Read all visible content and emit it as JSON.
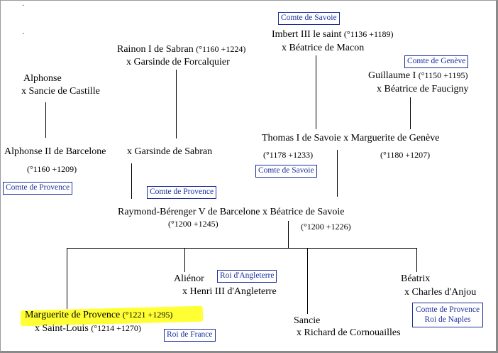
{
  "people": {
    "rainon": {
      "name": "Rainon I de Sabran",
      "dates": "(°1160 +1224)",
      "spouse": "x Garsinde de Forcalquier"
    },
    "imbert": {
      "name": "Imbert III le saint",
      "dates": "(°1136 +1189)",
      "spouse": "x Béatrice de Macon"
    },
    "guillaume": {
      "name": "Guillaume I",
      "dates": "(°1150 +1195)",
      "spouse": "x Béatrice de Faucigny"
    },
    "alphonse": {
      "name": "Alphonse",
      "spouse": "x Sancie de Castille"
    },
    "alphonse2": {
      "name": "Alphonse II  de Barcelone",
      "spouse": "x Garsinde de Sabran",
      "dates": "(°1160 +1209)"
    },
    "thomas": {
      "name": "Thomas I de Savoie x Marguerite de Genève",
      "dates": "(°1178 +1233)",
      "spouse_dates": "(°1180 +1207)"
    },
    "raymond": {
      "name": "Raymond-Bérenger V de Barcelone x Béatrice de Savoie",
      "dates": "(°1200 +1245)",
      "spouse_dates": "(°1200 +1226)"
    },
    "alienor": {
      "name": "Aliénor",
      "spouse": "x Henri III d'Angleterre"
    },
    "beatrix": {
      "name": "Béatrix",
      "spouse": "x Charles d'Anjou"
    },
    "marguerite": {
      "name": "Marguerite de Provence",
      "dates": "(°1221 +1295)",
      "spouse": "x Saint-Louis",
      "spouse_dates": "(°1214 +1270)"
    },
    "sancie": {
      "name": "Sancie",
      "spouse": "x Richard de Cornouailles"
    }
  },
  "titles": {
    "savoie_top": "Comte de Savoie",
    "geneve": "Comte de Genève",
    "provence_left": "Comte de Provence",
    "provence_mid": "Comte de Provence",
    "savoie_mid": "Comte de Savoie",
    "angleterre": "Roi d'Angleterre",
    "france": "Roi de France",
    "provence_right": "Comte de Provence",
    "naples": "Roi de Naples"
  },
  "colors": {
    "title_box": "#1b2f9c",
    "highlight": "#ffff33",
    "line": "#000000"
  }
}
